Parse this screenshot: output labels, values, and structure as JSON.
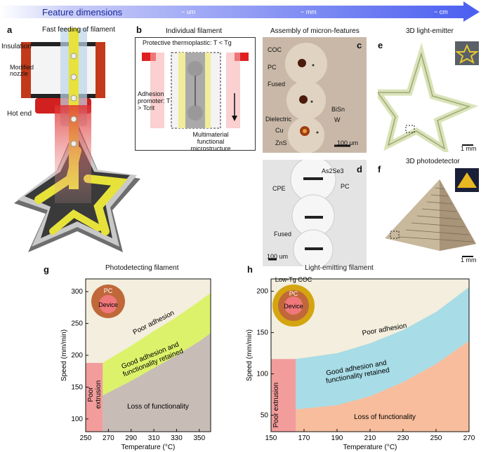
{
  "banner": {
    "title": "Feature dimensions",
    "scale_um": "~ um",
    "scale_mm": "~ mm",
    "scale_cm": "~ cm"
  },
  "panel_a": {
    "letter": "a",
    "fast_feeding": "Fast feeding of filament",
    "insulation": "Insulation",
    "modified_nozzle": "Modified nozzle",
    "hot_end": "Hot end"
  },
  "panel_b": {
    "letter": "b",
    "title": "Individual filament",
    "protective": "Protective thermoplastic: T < Tg",
    "adhesion": "Adhesion promoter: T > Tcrit",
    "multimaterial": "Multimaterial functional microstructure"
  },
  "panel_c": {
    "letter": "c",
    "title": "Assembly of micron-features",
    "labels": [
      "COC",
      "PC",
      "Fused",
      "Dielectric",
      "Cu",
      "ZnS",
      "BiSn",
      "W"
    ],
    "scale": "100 um"
  },
  "panel_d": {
    "letter": "d",
    "labels": [
      "As2Se3",
      "PC",
      "CPE",
      "Fused"
    ],
    "scale": "100 um"
  },
  "panel_e": {
    "letter": "e",
    "title": "3D light-emitter",
    "scale": "1 mm"
  },
  "panel_f": {
    "letter": "f",
    "title": "3D photodetector",
    "scale": "1 mm"
  },
  "chart_data": [
    {
      "type": "area",
      "panel": "g",
      "title": "Photodetecting filament",
      "xlabel": "Temperature (°C)",
      "ylabel": "Speed (mm/min)",
      "xlim": [
        250,
        360
      ],
      "ylim": [
        80,
        320
      ],
      "xticks": [
        250,
        270,
        290,
        310,
        330,
        350
      ],
      "yticks": [
        100,
        150,
        200,
        250,
        300
      ],
      "regions": [
        {
          "name": "Poor adhesion",
          "color": "#f3eedd"
        },
        {
          "name": "Good adhesion and functionality retained",
          "color": "#dcf26b"
        },
        {
          "name": "Loss of functionality",
          "color": "#c8bcb6"
        },
        {
          "name": "Poor extrusion",
          "color": "#f29c9c"
        }
      ],
      "boundaries": {
        "extrusion_limit_x": 265,
        "upper_curve": {
          "x": [
            265,
            290,
            310,
            330,
            350,
            360
          ],
          "y": [
            188,
            215,
            238,
            260,
            285,
            298
          ]
        },
        "lower_curve": {
          "x": [
            265,
            290,
            310,
            330,
            350,
            360
          ],
          "y": [
            137,
            160,
            180,
            200,
            222,
            235
          ]
        }
      },
      "inset": {
        "outer": "PC",
        "inner": "Device",
        "outer_color": "#c0683a",
        "inner_color": "#f0787a"
      }
    },
    {
      "type": "area",
      "panel": "h",
      "title": "Light-emitting filament",
      "xlabel": "Temperature (°C)",
      "ylabel": "Speed (mm/min)",
      "xlim": [
        150,
        270
      ],
      "ylim": [
        30,
        215
      ],
      "xticks": [
        150,
        170,
        190,
        210,
        230,
        250,
        270
      ],
      "yticks": [
        50,
        100,
        150,
        200
      ],
      "regions": [
        {
          "name": "Poor adhesion",
          "color": "#f3eedd"
        },
        {
          "name": "Good adhesion and functionality retained",
          "color": "#a8dce6"
        },
        {
          "name": "Loss of functionality",
          "color": "#f7bd9c"
        },
        {
          "name": "Poor extrusion",
          "color": "#f29c9c"
        }
      ],
      "boundaries": {
        "extrusion_limit_x": 165,
        "upper_curve": {
          "x": [
            165,
            190,
            210,
            230,
            250,
            270
          ],
          "y": [
            118,
            125,
            137,
            153,
            175,
            205
          ]
        },
        "lower_curve": {
          "x": [
            165,
            190,
            210,
            230,
            250,
            270
          ],
          "y": [
            57,
            62,
            73,
            90,
            112,
            140
          ]
        }
      },
      "inset": {
        "outer": "Low-Tg COC",
        "middle": "PC",
        "inner": "Device",
        "outer_color": "#d4a510",
        "middle_color": "#c0683a",
        "inner_color": "#f0787a"
      }
    }
  ]
}
